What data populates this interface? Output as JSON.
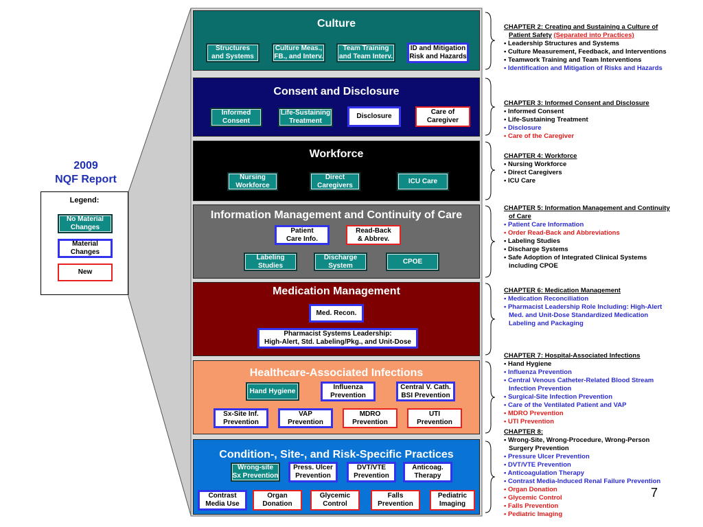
{
  "report_title": "2009\nNQF Report",
  "legend": {
    "title": "Legend:",
    "no_material": "No Material\nChanges",
    "material": "Material\nChanges",
    "new": "New"
  },
  "sections": {
    "culture": {
      "title": "Culture",
      "boxes": [
        "Structures\nand Systems",
        "Culture Meas.,\nFB., and Interv.",
        "Team Training\nand Team Interv.",
        "ID and Mitigation\nRisk and Hazards"
      ]
    },
    "consent": {
      "title": "Consent and Disclosure",
      "boxes": [
        "Informed\nConsent",
        "Life-Sustaining\nTreatment",
        "Disclosure",
        "Care of\nCaregiver"
      ]
    },
    "workforce": {
      "title": "Workforce",
      "boxes": [
        "Nursing\nWorkforce",
        "Direct\nCaregivers",
        "ICU Care"
      ]
    },
    "info": {
      "title": "Information Management and Continuity of Care",
      "boxes": [
        "Patient\nCare Info.",
        "Read-Back\n& Abbrev.",
        "Labeling\nStudies",
        "Discharge\nSystem",
        "CPOE"
      ]
    },
    "medication": {
      "title": "Medication Management",
      "boxes": [
        "Med. Recon.",
        "Pharmacist Systems Leadership:\nHigh-Alert, Std. Labeling/Pkg., and Unit-Dose"
      ]
    },
    "infections": {
      "title": "Healthcare-Associated Infections",
      "boxes": [
        "Hand Hygiene",
        "Influenza\nPrevention",
        "Central V. Cath.\nBSI Prevention",
        "Sx-Site Inf.\nPrevention",
        "VAP\nPrevention",
        "MDRO\nPrevention",
        "UTI\nPrevention"
      ]
    },
    "condition": {
      "title": "Condition-, Site-, and Risk-Specific Practices",
      "boxes": [
        "Wrong-site\nSx Prevention",
        "Press. Ulcer\nPrevention",
        "DVT/VTE\nPrevention",
        "Anticoag.\nTherapy",
        "Contrast\nMedia Use",
        "Organ\nDonation",
        "Glycemic\nControl",
        "Falls\nPrevention",
        "Pediatric\nImaging"
      ]
    }
  },
  "chapters": {
    "ch2": {
      "heading": "CHAPTER 2: Creating and Sustaining a Culture of",
      "heading2": "Patient Safety",
      "note": "(Separated into Practices)",
      "items": [
        "• Leadership Structures and Systems",
        "• Culture Measurement, Feedback, and Interventions",
        "• Teamwork Training and Team Interventions",
        "• Identification and Mitigation of Risks and Hazards"
      ]
    },
    "ch3": {
      "heading": "CHAPTER 3: Informed Consent and Disclosure",
      "items": [
        "• Informed Consent",
        "• Life-Sustaining Treatment",
        "• Disclosure",
        "• Care of the Caregiver"
      ]
    },
    "ch4": {
      "heading": "CHAPTER 4: Workforce",
      "items": [
        "• Nursing Workforce",
        "• Direct Caregivers",
        "• ICU Care"
      ]
    },
    "ch5": {
      "heading": "CHAPTER 5: Information Management and Continuity",
      "heading2": "of Care",
      "items": [
        "• Patient Care Information",
        "• Order Read-Back and Abbreviations",
        "• Labeling Studies",
        "• Discharge Systems",
        "• Safe Adoption of Integrated Clinical Systems\nincluding CPOE"
      ]
    },
    "ch6": {
      "heading": "CHAPTER 6: Medication Management",
      "items": [
        "• Medication Reconciliation",
        "• Pharmacist Leadership Role Including: High-Alert\nMed. and Unit-Dose Standardized Medication\nLabeling and Packaging"
      ]
    },
    "ch7": {
      "heading": "CHAPTER 7: Hospital-Associated Infections",
      "items": [
        "• Hand Hygiene",
        "• Influenza Prevention",
        "• Central Venous Catheter-Related Blood Stream\nInfection Prevention",
        "• Surgical-Site Infection Prevention",
        "• Care of the Ventilated Patient and VAP",
        "• MDRO Prevention",
        "• UTI Prevention"
      ]
    },
    "ch8": {
      "heading": "CHAPTER 8:",
      "items": [
        "• Wrong-Site, Wrong-Procedure, Wrong-Person\nSurgery Prevention",
        "• Pressure Ulcer Prevention",
        "• DVT/VTE Prevention",
        "• Anticoagulation Therapy",
        "• Contrast Media-Induced Renal Failure Prevention",
        "• Organ Donation",
        "• Glycemic Control",
        "• Falls Prevention",
        "• Pediatric Imaging"
      ]
    }
  },
  "page_number": "7",
  "colors": {
    "culture": "#0b6e6a",
    "consent": "#0a0a6e",
    "workforce": "#000000",
    "info": "#6b6b6b",
    "medication": "#7f0000",
    "infections": "#f79a6b",
    "condition": "#0a74d6",
    "funnel": "#cfcfcf"
  }
}
